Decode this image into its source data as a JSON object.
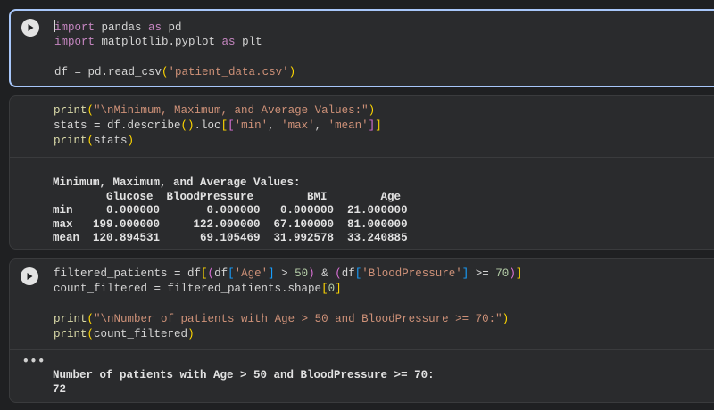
{
  "colors": {
    "background": "#1f2022",
    "cell_background": "#2a2b2d",
    "focus_border": "#a8c7fa",
    "keyword": "#c586c0",
    "string": "#ce9178",
    "number": "#b5cea8",
    "bracket_yellow": "#ffd700",
    "bracket_purple": "#da70d6",
    "bracket_blue": "#179fff"
  },
  "cells": [
    {
      "id": "cell-1",
      "focused": true,
      "run_icon": "play-circle-icon",
      "code": {
        "l1": {
          "kw1": "import",
          "mod": " pandas ",
          "kw2": "as",
          "alias": " pd"
        },
        "l2": {
          "kw1": "import",
          "mod": " matplotlib.pyplot ",
          "kw2": "as",
          "alias": " plt"
        },
        "l3": {
          "pre": "df = pd.read_csv",
          "open": "(",
          "str": "'patient_data.csv'",
          "close": ")"
        }
      }
    },
    {
      "id": "cell-2",
      "focused": false,
      "code": {
        "l1": {
          "fn": "print",
          "open": "(",
          "str": "\"\\nMinimum, Maximum, and Average Values:\"",
          "close": ")"
        },
        "l2": {
          "pre": "stats = df.describe",
          "paren": "()",
          "mid": ".loc",
          "b1": "[",
          "b2": "[",
          "s1": "'min'",
          "c1": ", ",
          "s2": "'max'",
          "c2": ", ",
          "s3": "'mean'",
          "b3": "]",
          "b4": "]"
        },
        "l3": {
          "fn": "print",
          "open": "(",
          "arg": "stats",
          "close": ")"
        }
      },
      "output": {
        "title": "Minimum, Maximum, and Average Values:",
        "columns": [
          "Glucose",
          "BloodPressure",
          "BMI",
          "Age"
        ],
        "rows": [
          {
            "label": "min",
            "values": [
              "0.000000",
              "0.000000",
              "0.000000",
              "21.000000"
            ]
          },
          {
            "label": "max",
            "values": [
              "199.000000",
              "122.000000",
              "67.100000",
              "81.000000"
            ]
          },
          {
            "label": "mean",
            "values": [
              "120.894531",
              "69.105469",
              "31.992578",
              "33.240885"
            ]
          }
        ],
        "text": "Minimum, Maximum, and Average Values:\n        Glucose  BloodPressure        BMI        Age\nmin     0.000000       0.000000   0.000000  21.000000\nmax   199.000000     122.000000  67.100000  81.000000\nmean  120.894531      69.105469  31.992578  33.240885"
      }
    },
    {
      "id": "cell-3",
      "focused": false,
      "run_icon": "play-circle-icon",
      "code": {
        "l1": {
          "pre": "filtered_patients = df",
          "b1": "[",
          "p1": "(",
          "mid1": "df",
          "b2": "[",
          "s1": "'Age'",
          "b3": "]",
          "gt": " > ",
          "n1": "50",
          "p2": ")",
          "amp": " & ",
          "p3": "(",
          "mid2": "df",
          "b4": "[",
          "s2": "'BloodPressure'",
          "b5": "]",
          "ge": " >= ",
          "n2": "70",
          "p4": ")",
          "b6": "]"
        },
        "l2": {
          "pre": "count_filtered = filtered_patients.shape",
          "b1": "[",
          "n": "0",
          "b2": "]"
        },
        "l3": {
          "fn": "print",
          "open": "(",
          "str": "\"\\nNumber of patients with Age > 50 and BloodPressure >= 70:\"",
          "close": ")"
        },
        "l4": {
          "fn": "print",
          "open": "(",
          "arg": "count_filtered",
          "close": ")"
        }
      },
      "output_menu_icon": "more-horizontal-icon",
      "output": {
        "line1": "Number of patients with Age > 50 and BloodPressure >= 70:",
        "line2": "72"
      }
    }
  ]
}
